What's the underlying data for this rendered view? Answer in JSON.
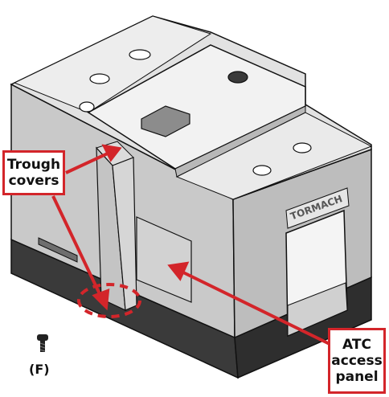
{
  "callouts": {
    "trough_covers": [
      "Trough",
      "covers"
    ],
    "atc_access_panel": [
      "ATC",
      "access",
      "panel"
    ]
  },
  "fastener": {
    "label": "(F)"
  },
  "brand_plate": "TORMACH",
  "colors": {
    "callout_red": "#d3252a",
    "panel_gray": "#c9c9c9",
    "panel_light": "#ececec",
    "base_dark": "#3a3a3a"
  }
}
